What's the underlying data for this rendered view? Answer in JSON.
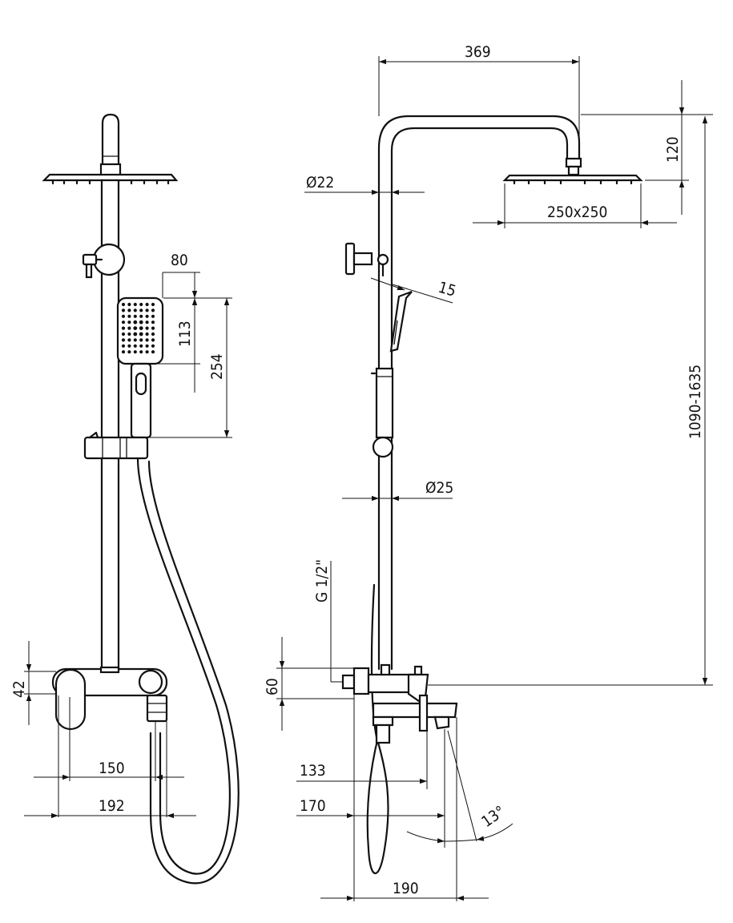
{
  "dimensions": {
    "head_offset": "369",
    "head_height": "120",
    "head_size": "250x250",
    "arm_diameter": "Ø22",
    "tilt_angle": "15",
    "total_height": "1090-1635",
    "bar_diameter": "Ø25",
    "inlet_thread": "G 1/2\"",
    "mixer_height": "60",
    "spout_reach_133": "133",
    "spout_reach_170": "170",
    "spout_reach_190": "190",
    "spout_angle": "13°",
    "handset_width": "80",
    "handset_head_length": "113",
    "handset_length": "254",
    "handle_height": "42",
    "mixer_width_150": "150",
    "mixer_width_192": "192"
  }
}
